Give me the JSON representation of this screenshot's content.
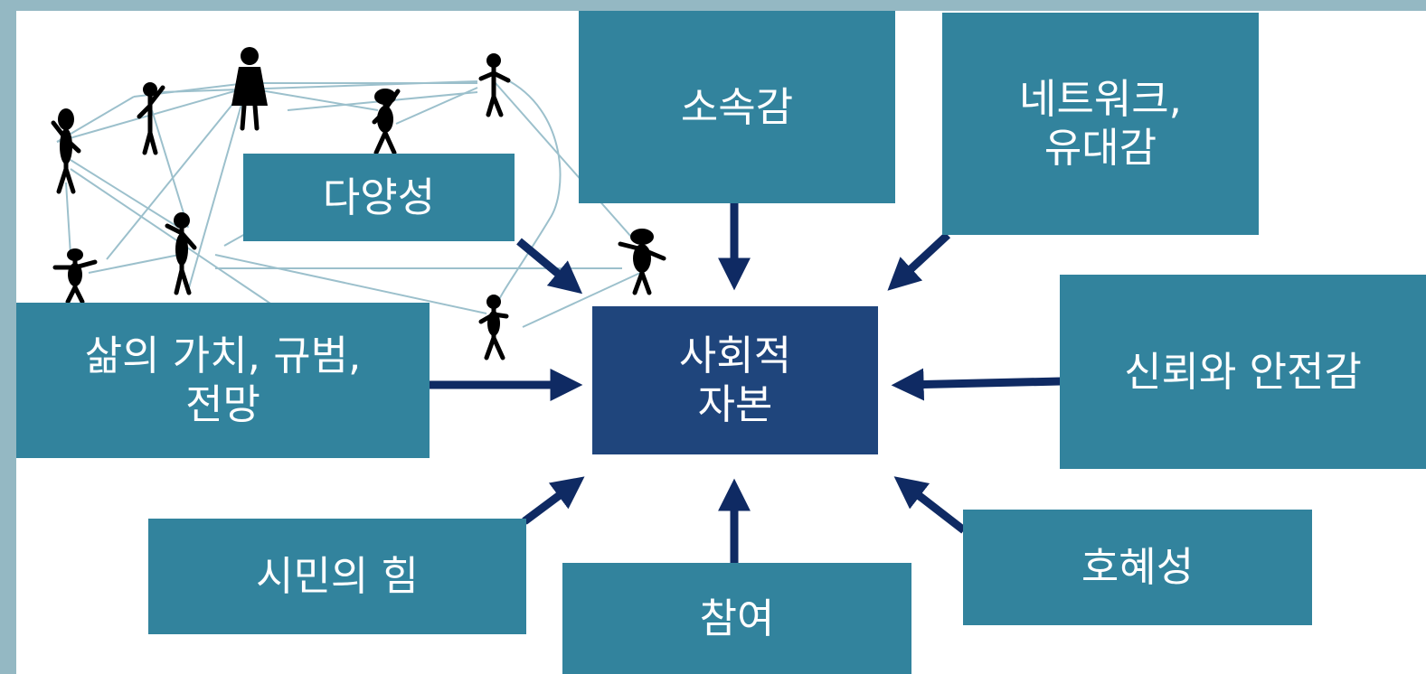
{
  "diagram": {
    "center": "사회적\n자본",
    "nodes": {
      "belonging": "소속감",
      "network": "네트워크,\n유대감",
      "diversity": "다양성",
      "values": "삶의 가치, 규범,\n전망",
      "trust": "신뢰와 안전감",
      "citizen": "시민의 힘",
      "participation": "참여",
      "reciprocity": "호혜성"
    },
    "colors": {
      "box": "#32839d",
      "center": "#1f457c",
      "arrow": "#0f2a63",
      "frame": "#94b8c3",
      "network_line": "#9cc0cc"
    }
  }
}
